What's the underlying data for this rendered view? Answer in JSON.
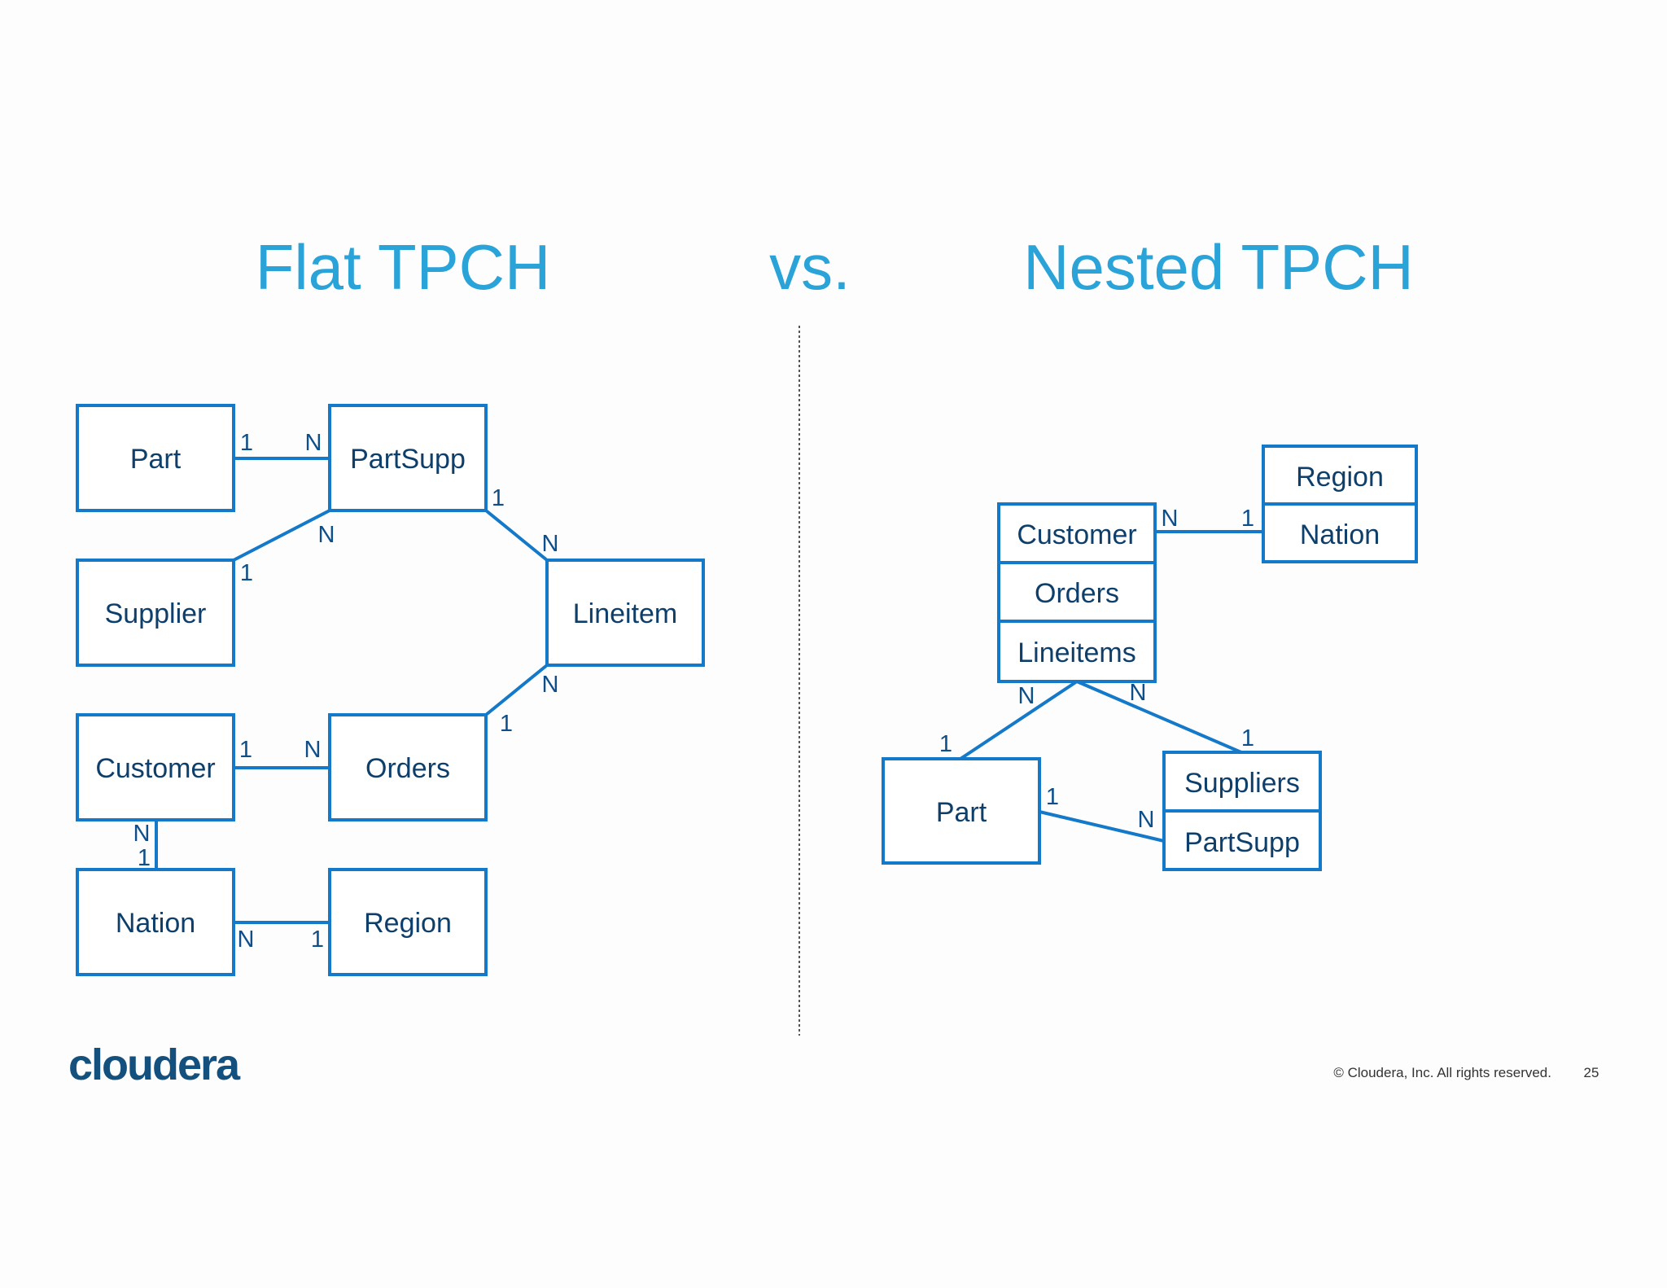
{
  "titles": {
    "left": "Flat TPCH",
    "middle": "vs.",
    "right": "Nested TPCH"
  },
  "flat": {
    "entities": {
      "part": "Part",
      "partsupp": "PartSupp",
      "supplier": "Supplier",
      "lineitem": "Lineitem",
      "customer": "Customer",
      "orders": "Orders",
      "nation": "Nation",
      "region": "Region"
    },
    "cardinalities": {
      "part_partsupp_1": "1",
      "part_partsupp_n": "N",
      "supplier_partsupp_n": "N",
      "supplier_partsupp_1": "1",
      "partsupp_lineitem_1": "1",
      "partsupp_lineitem_n": "N",
      "orders_lineitem_n": "N",
      "orders_lineitem_1": "1",
      "customer_orders_1": "1",
      "customer_orders_n": "N",
      "customer_nation_n": "N",
      "customer_nation_1": "1",
      "nation_region_n": "N",
      "nation_region_1": "1"
    }
  },
  "nested": {
    "entities": {
      "region": "Region",
      "nation": "Nation",
      "customer": "Customer",
      "orders": "Orders",
      "lineitems": "Lineitems",
      "part": "Part",
      "suppliers": "Suppliers",
      "partsupp": "PartSupp"
    },
    "cardinalities": {
      "customer_nation_n": "N",
      "customer_nation_1": "1",
      "lineitems_part_n": "N",
      "lineitems_suppliers_n": "N",
      "part_lineitems_1": "1",
      "suppliers_lineitems_1": "1",
      "part_partsupp_1": "1",
      "part_partsupp_n": "N"
    }
  },
  "footer": {
    "logo": "cloudera",
    "copyright": "© Cloudera, Inc. All rights reserved.",
    "page_number": "25"
  }
}
